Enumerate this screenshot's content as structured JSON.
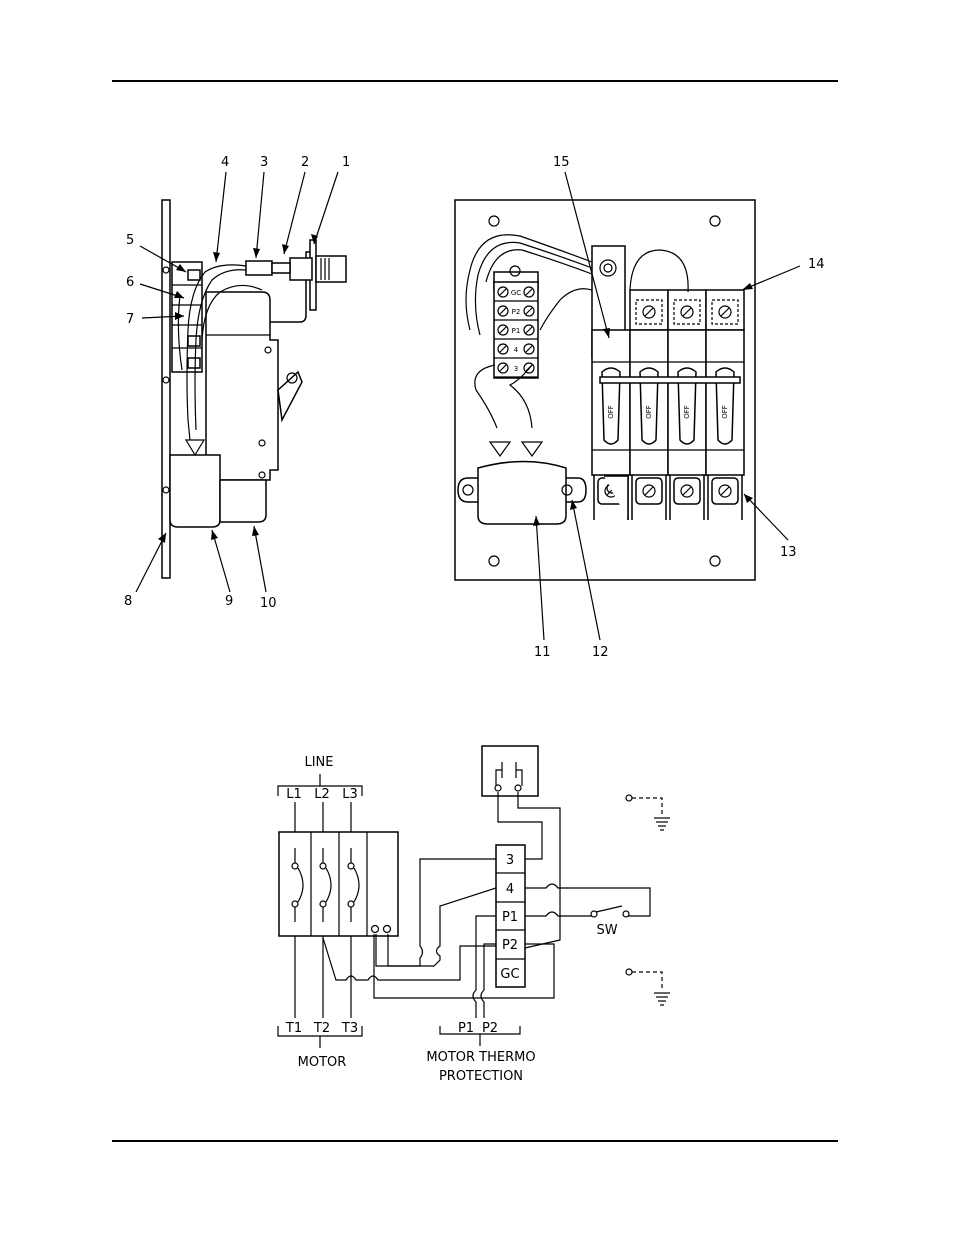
{
  "callouts": {
    "c1": "1",
    "c2": "2",
    "c3": "3",
    "c4": "4",
    "c5": "5",
    "c6": "6",
    "c7": "7",
    "c8": "8",
    "c9": "9",
    "c10": "10",
    "c11": "11",
    "c12": "12",
    "c13": "13",
    "c14": "14",
    "c15": "15"
  },
  "breaker_marks": {
    "off": "OFF"
  },
  "terminal_strip_marks": [
    "GC",
    "P2",
    "P1",
    "4",
    "3"
  ],
  "schematic": {
    "line_label": "LINE",
    "line_terminals": [
      "L1",
      "L2",
      "L3"
    ],
    "block_terminals": [
      "3",
      "4",
      "P1",
      "P2",
      "GC"
    ],
    "switch_label": "SW",
    "motor_terminals": [
      "T1",
      "T2",
      "T3"
    ],
    "motor_label": "MOTOR",
    "thermo_terminals": [
      "P1",
      "P2"
    ],
    "thermo_label_line1": "MOTOR THERMO",
    "thermo_label_line2": "PROTECTION"
  }
}
